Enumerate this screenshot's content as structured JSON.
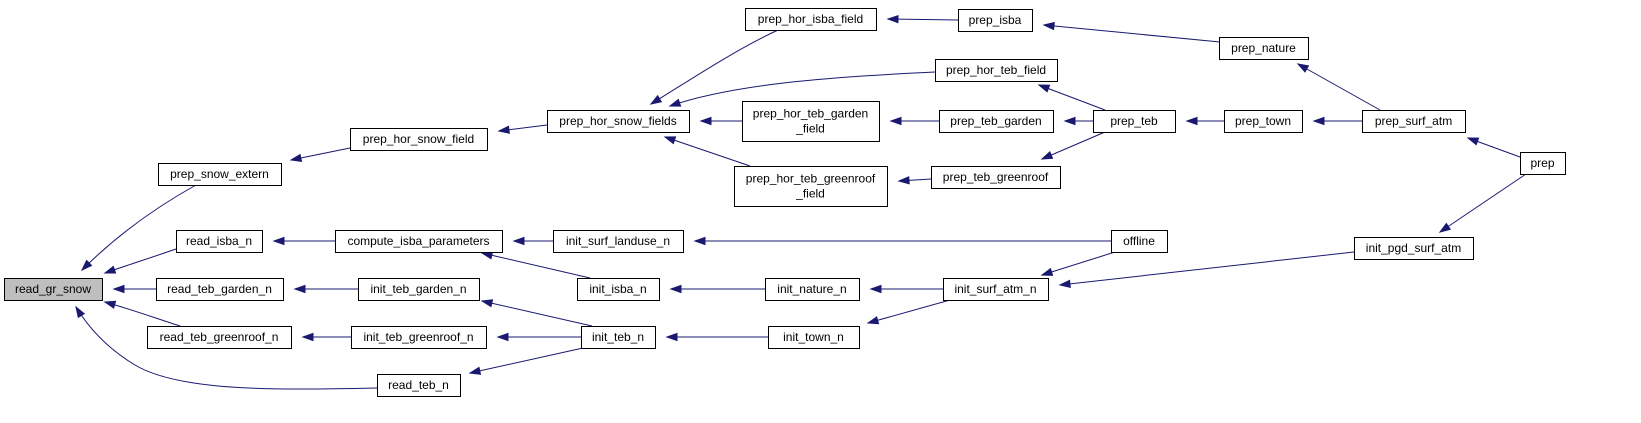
{
  "graph": {
    "root": "read_gr_snow",
    "colors": {
      "edge": "#191970",
      "node_border": "#000000",
      "focus_fill": "#bfbfbf",
      "node_fill": "#ffffff"
    },
    "nodes": [
      {
        "id": "read_gr_snow",
        "lines": [
          "read_gr_snow"
        ]
      },
      {
        "id": "prep_snow_extern",
        "lines": [
          "prep_snow_extern"
        ]
      },
      {
        "id": "read_isba_n",
        "lines": [
          "read_isba_n"
        ]
      },
      {
        "id": "read_teb_garden_n",
        "lines": [
          "read_teb_garden_n"
        ]
      },
      {
        "id": "read_teb_greenroof_n",
        "lines": [
          "read_teb_greenroof_n"
        ]
      },
      {
        "id": "read_teb_n",
        "lines": [
          "read_teb_n"
        ]
      },
      {
        "id": "prep_hor_snow_field",
        "lines": [
          "prep_hor_snow_field"
        ]
      },
      {
        "id": "compute_isba_parameters",
        "lines": [
          "compute_isba_parameters"
        ]
      },
      {
        "id": "init_teb_garden_n",
        "lines": [
          "init_teb_garden_n"
        ]
      },
      {
        "id": "init_teb_greenroof_n",
        "lines": [
          "init_teb_greenroof_n"
        ]
      },
      {
        "id": "prep_hor_snow_fields",
        "lines": [
          "prep_hor_snow_fields"
        ]
      },
      {
        "id": "init_surf_landuse_n",
        "lines": [
          "init_surf_landuse_n"
        ]
      },
      {
        "id": "init_isba_n",
        "lines": [
          "init_isba_n"
        ]
      },
      {
        "id": "init_teb_n",
        "lines": [
          "init_teb_n"
        ]
      },
      {
        "id": "prep_hor_isba_field",
        "lines": [
          "prep_hor_isba_field"
        ]
      },
      {
        "id": "prep_hor_teb_garden_field",
        "lines": [
          "prep_hor_teb_garden",
          "_field"
        ]
      },
      {
        "id": "prep_hor_teb_greenroof_field",
        "lines": [
          "prep_hor_teb_greenroof",
          "_field"
        ]
      },
      {
        "id": "init_nature_n",
        "lines": [
          "init_nature_n"
        ]
      },
      {
        "id": "init_town_n",
        "lines": [
          "init_town_n"
        ]
      },
      {
        "id": "prep_isba",
        "lines": [
          "prep_isba"
        ]
      },
      {
        "id": "prep_hor_teb_field",
        "lines": [
          "prep_hor_teb_field"
        ]
      },
      {
        "id": "prep_teb_garden",
        "lines": [
          "prep_teb_garden"
        ]
      },
      {
        "id": "prep_teb_greenroof",
        "lines": [
          "prep_teb_greenroof"
        ]
      },
      {
        "id": "init_surf_atm_n",
        "lines": [
          "init_surf_atm_n"
        ]
      },
      {
        "id": "prep_teb",
        "lines": [
          "prep_teb"
        ]
      },
      {
        "id": "offline",
        "lines": [
          "offline"
        ]
      },
      {
        "id": "prep_nature",
        "lines": [
          "prep_nature"
        ]
      },
      {
        "id": "prep_town",
        "lines": [
          "prep_town"
        ]
      },
      {
        "id": "prep_surf_atm",
        "lines": [
          "prep_surf_atm"
        ]
      },
      {
        "id": "init_pgd_surf_atm",
        "lines": [
          "init_pgd_surf_atm"
        ]
      },
      {
        "id": "prep",
        "lines": [
          "prep"
        ]
      }
    ],
    "edges": [
      {
        "from": "prep_snow_extern",
        "to": "read_gr_snow"
      },
      {
        "from": "read_isba_n",
        "to": "read_gr_snow"
      },
      {
        "from": "read_teb_garden_n",
        "to": "read_gr_snow"
      },
      {
        "from": "read_teb_greenroof_n",
        "to": "read_gr_snow"
      },
      {
        "from": "read_teb_n",
        "to": "read_gr_snow"
      },
      {
        "from": "prep_hor_snow_field",
        "to": "prep_snow_extern"
      },
      {
        "from": "compute_isba_parameters",
        "to": "read_isba_n"
      },
      {
        "from": "init_teb_garden_n",
        "to": "read_teb_garden_n"
      },
      {
        "from": "init_teb_greenroof_n",
        "to": "read_teb_greenroof_n"
      },
      {
        "from": "init_teb_n",
        "to": "read_teb_n"
      },
      {
        "from": "prep_hor_snow_fields",
        "to": "prep_hor_snow_field"
      },
      {
        "from": "init_surf_landuse_n",
        "to": "compute_isba_parameters"
      },
      {
        "from": "init_isba_n",
        "to": "compute_isba_parameters"
      },
      {
        "from": "init_teb_n",
        "to": "init_teb_garden_n"
      },
      {
        "from": "init_teb_n",
        "to": "init_teb_greenroof_n"
      },
      {
        "from": "prep_hor_isba_field",
        "to": "prep_hor_snow_fields"
      },
      {
        "from": "prep_hor_teb_field",
        "to": "prep_hor_snow_fields"
      },
      {
        "from": "prep_hor_teb_garden_field",
        "to": "prep_hor_snow_fields"
      },
      {
        "from": "prep_hor_teb_greenroof_field",
        "to": "prep_hor_snow_fields"
      },
      {
        "from": "offline",
        "to": "init_surf_landuse_n"
      },
      {
        "from": "init_nature_n",
        "to": "init_isba_n"
      },
      {
        "from": "init_town_n",
        "to": "init_teb_n"
      },
      {
        "from": "prep_isba",
        "to": "prep_hor_isba_field"
      },
      {
        "from": "prep_teb_garden",
        "to": "prep_hor_teb_garden_field"
      },
      {
        "from": "prep_teb_greenroof",
        "to": "prep_hor_teb_greenroof_field"
      },
      {
        "from": "init_surf_atm_n",
        "to": "init_nature_n"
      },
      {
        "from": "init_surf_atm_n",
        "to": "init_town_n"
      },
      {
        "from": "prep_nature",
        "to": "prep_isba"
      },
      {
        "from": "prep_teb",
        "to": "prep_hor_teb_field"
      },
      {
        "from": "prep_teb",
        "to": "prep_teb_garden"
      },
      {
        "from": "prep_teb",
        "to": "prep_teb_greenroof"
      },
      {
        "from": "offline",
        "to": "init_surf_atm_n"
      },
      {
        "from": "init_pgd_surf_atm",
        "to": "init_surf_atm_n"
      },
      {
        "from": "prep_surf_atm",
        "to": "prep_nature"
      },
      {
        "from": "prep_town",
        "to": "prep_teb"
      },
      {
        "from": "prep_surf_atm",
        "to": "prep_town"
      },
      {
        "from": "prep",
        "to": "prep_surf_atm"
      },
      {
        "from": "prep",
        "to": "init_pgd_surf_atm"
      }
    ]
  }
}
